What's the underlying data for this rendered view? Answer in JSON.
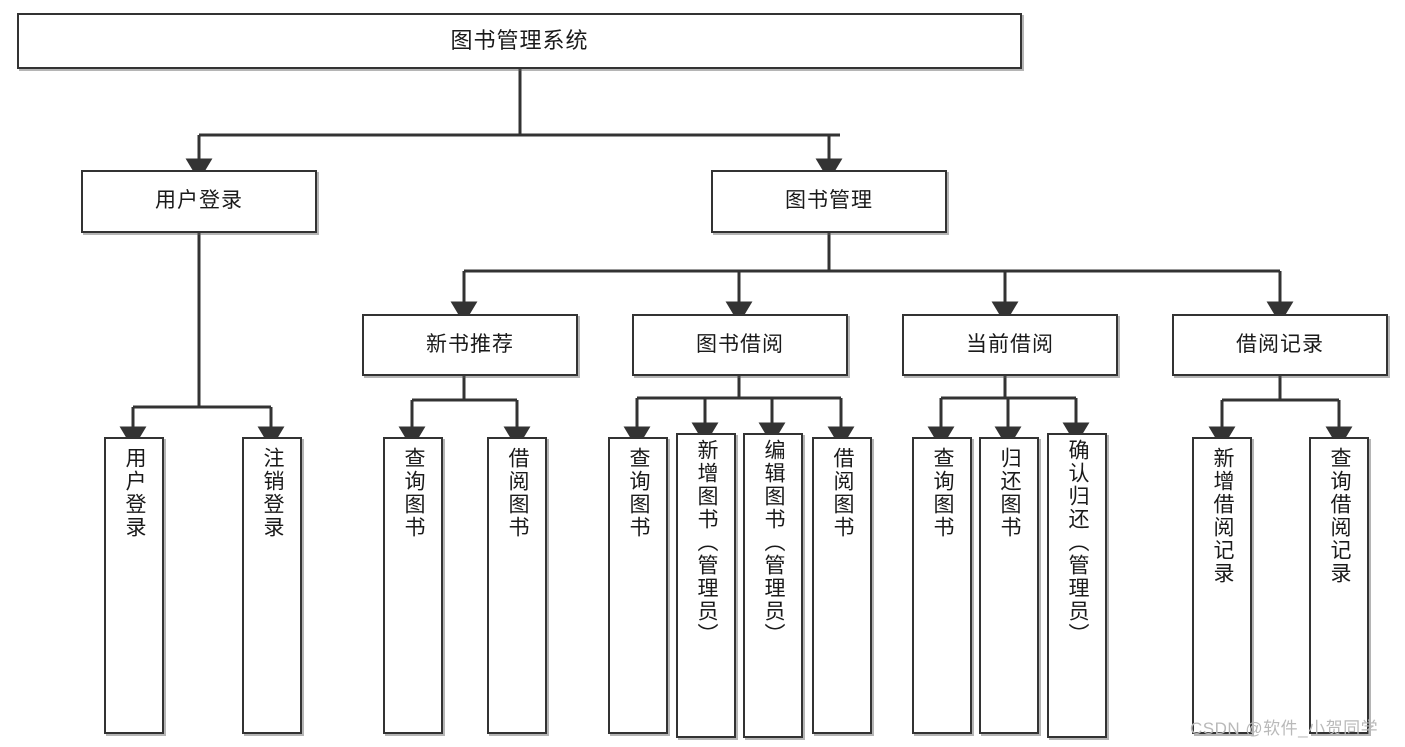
{
  "diagram": {
    "type": "tree",
    "title": "图书管理系统",
    "watermark": "CSDN @软件_小贺同学",
    "colors": {
      "box_border": "#333333",
      "box_fill": "#ffffff",
      "edge": "#333333",
      "text": "#1a1a1a",
      "watermark": "#b9b9b9"
    },
    "root": {
      "label": "图书管理系统"
    },
    "level2": [
      {
        "label": "用户登录"
      },
      {
        "label": "图书管理"
      }
    ],
    "level3": [
      {
        "label": "新书推荐"
      },
      {
        "label": "图书借阅"
      },
      {
        "label": "当前借阅"
      },
      {
        "label": "借阅记录"
      }
    ],
    "leaves": {
      "user_login": [
        {
          "label": "用户登录"
        },
        {
          "label": "注销登录"
        }
      ],
      "new_book_recommend": [
        {
          "label": "查询图书"
        },
        {
          "label": "借阅图书"
        }
      ],
      "book_borrow": [
        {
          "label": "查询图书"
        },
        {
          "label": "新增图书（管理员）"
        },
        {
          "label": "编辑图书（管理员）"
        },
        {
          "label": "借阅图书"
        }
      ],
      "current_borrow": [
        {
          "label": "查询图书"
        },
        {
          "label": "归还图书"
        },
        {
          "label": "确认归还（管理员）"
        }
      ],
      "borrow_record": [
        {
          "label": "新增借阅记录"
        },
        {
          "label": "查询借阅记录"
        }
      ]
    }
  }
}
